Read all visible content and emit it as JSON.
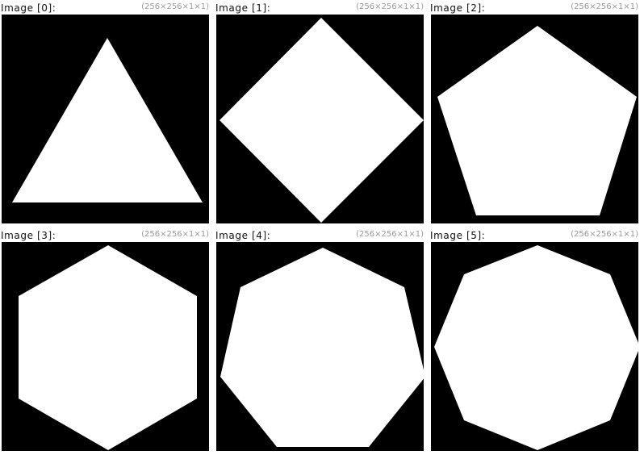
{
  "panels": [
    {
      "title": "Image [0]:",
      "dims": "(256×256×1×1)",
      "sides": 3,
      "fill": "#ffffff"
    },
    {
      "title": "Image [1]:",
      "dims": "(256×256×1×1)",
      "sides": 4,
      "fill": "#ffffff"
    },
    {
      "title": "Image [2]:",
      "dims": "(256×256×1×1)",
      "sides": 5,
      "fill": "#ffffff"
    },
    {
      "title": "Image [3]:",
      "dims": "(256×256×1×1)",
      "sides": 6,
      "fill": "#ffffff"
    },
    {
      "title": "Image [4]:",
      "dims": "(256×256×1×1)",
      "sides": 7,
      "fill": "#ffffff"
    },
    {
      "title": "Image [5]:",
      "dims": "(256×256×1×1)",
      "sides": 8,
      "fill": "#ffffff"
    }
  ],
  "colors": {
    "background": "#000000",
    "dims_text": "#9a9a9a",
    "title_text": "#111111"
  }
}
